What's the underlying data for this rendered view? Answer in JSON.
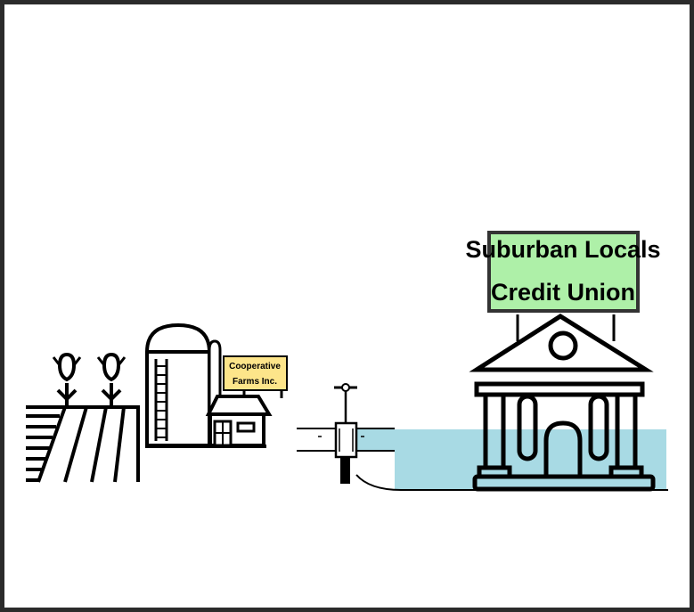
{
  "farm": {
    "sign_line1": "Cooperative",
    "sign_line2": "Farms Inc.",
    "sign_color": "#fde58a"
  },
  "bank": {
    "sign_line1": "Suburban Locals",
    "sign_line2": "Credit Union",
    "sign_color": "#aef0a8"
  },
  "water_color": "#a8dae4",
  "icons": [
    "crop-field-icon",
    "silo-barn-icon",
    "valve-icon",
    "bank-building-icon"
  ]
}
